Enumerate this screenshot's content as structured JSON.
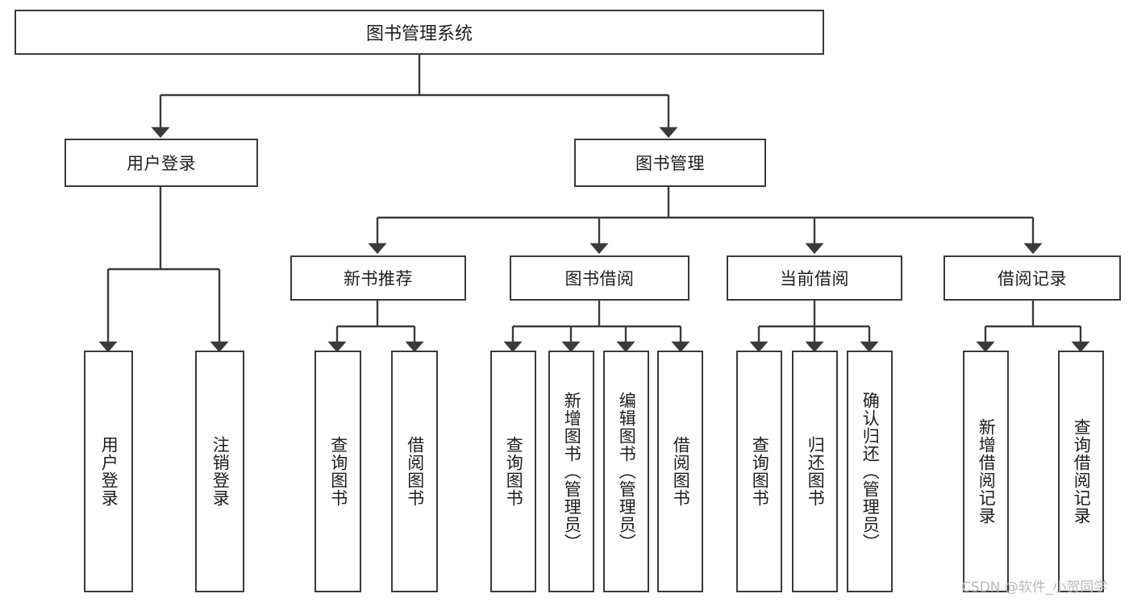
{
  "diagram": {
    "type": "tree",
    "title": "图书管理系统",
    "watermark": "CSDN @软件_小贺同学",
    "colors": {
      "box_border": "#3a3a3a",
      "box_fill": "#ffffff",
      "edge": "#3a3a3a",
      "text": "#1d1d1d",
      "watermark": "#b9b9b9",
      "background": "#ffffff"
    },
    "root": {
      "label": "图书管理系统"
    },
    "level1": [
      {
        "label": "用户登录"
      },
      {
        "label": "图书管理"
      }
    ],
    "level2": [
      {
        "label": "新书推荐"
      },
      {
        "label": "图书借阅"
      },
      {
        "label": "当前借阅"
      },
      {
        "label": "借阅记录"
      }
    ],
    "leaves": {
      "user_login": [
        {
          "label": "用户登录"
        },
        {
          "label": "注销登录"
        }
      ],
      "new_books": [
        {
          "label": "查询图书"
        },
        {
          "label": "借阅图书"
        }
      ],
      "book_borrow": [
        {
          "label": "查询图书"
        },
        {
          "label": "新增图书（管理员）"
        },
        {
          "label": "编辑图书（管理员）"
        },
        {
          "label": "借阅图书"
        }
      ],
      "current_borrow": [
        {
          "label": "查询图书"
        },
        {
          "label": "归还图书"
        },
        {
          "label": "确认归还（管理员）"
        }
      ],
      "borrow_records": [
        {
          "label": "新增借阅记录"
        },
        {
          "label": "查询借阅记录"
        }
      ]
    }
  }
}
